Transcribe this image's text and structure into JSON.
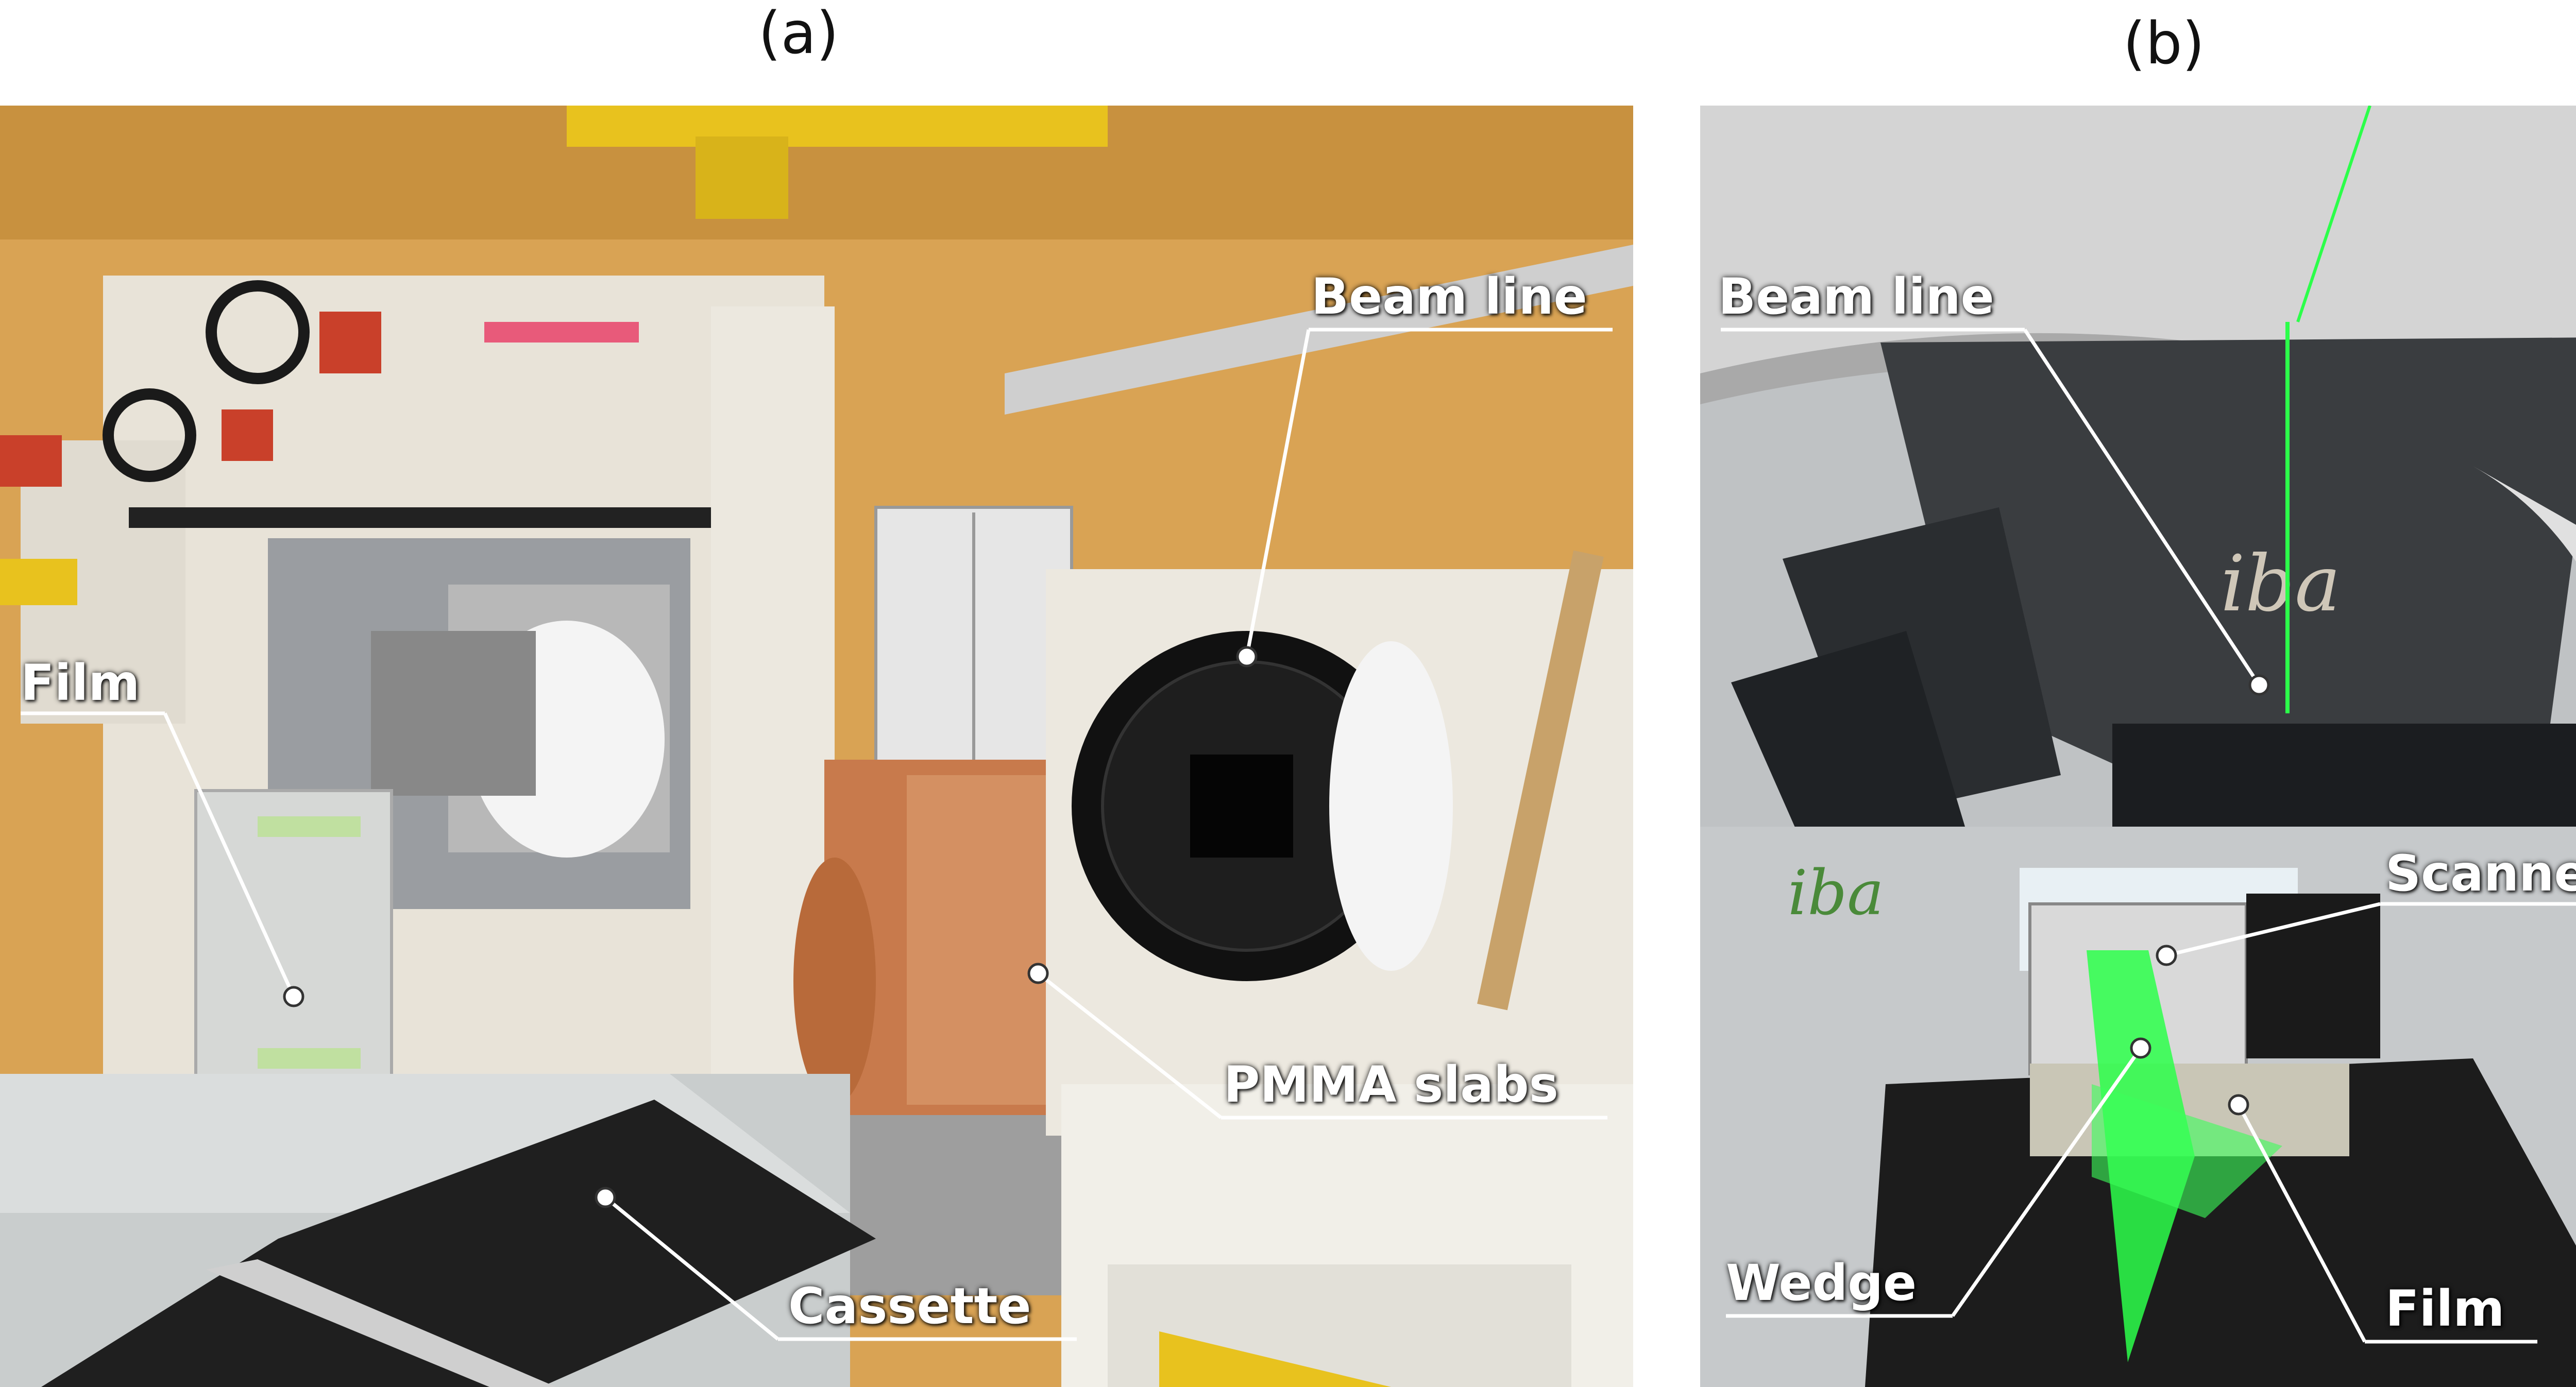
{
  "panels": [
    {
      "letter": "(a)",
      "labels": {
        "beam_line": "Beam line",
        "film": "Film",
        "pmma": "PMMA slabs",
        "cassette": "Cassette"
      }
    },
    {
      "letter": "(b)",
      "labels": {
        "beam_line": "Beam line",
        "scanner": "Scanner",
        "wedge": "Wedge",
        "film": "Film"
      },
      "logo_text": "iba"
    }
  ],
  "colors": {
    "wall_orange": "#d9a354",
    "machine_cream": "#e8e3d8",
    "dark_grey": "#2b2b2b",
    "laser_green": "#2cff4a",
    "nozzle_dark": "#3a3d40",
    "gantry_light": "#cfcfcf",
    "pmma_copper": "#c87a4c",
    "label_white": "#ffffff"
  }
}
